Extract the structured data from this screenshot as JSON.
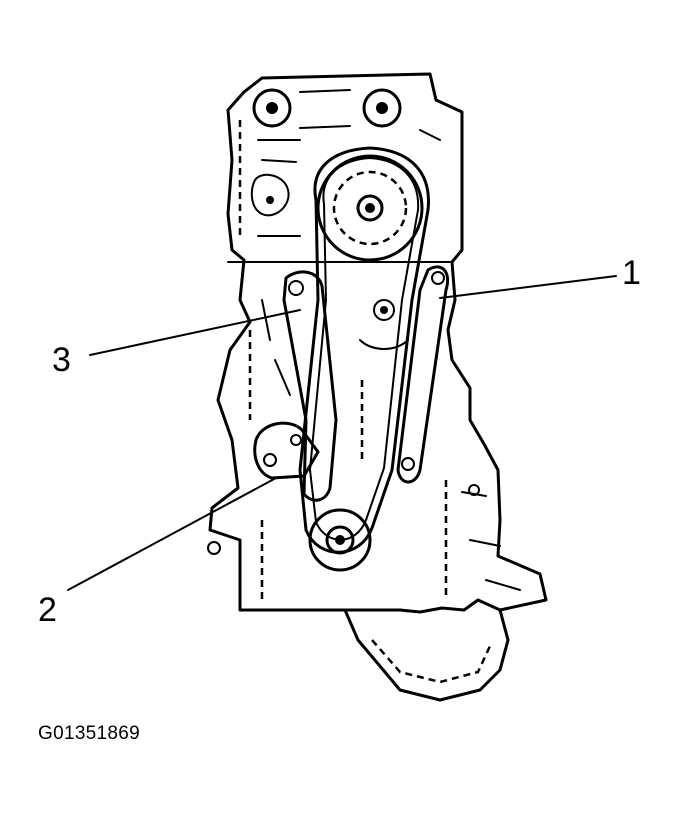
{
  "callouts": {
    "one": "1",
    "two": "2",
    "three": "3"
  },
  "figure_id": "G01351869",
  "colors": {
    "ink": "#000000",
    "background": "#ffffff"
  }
}
